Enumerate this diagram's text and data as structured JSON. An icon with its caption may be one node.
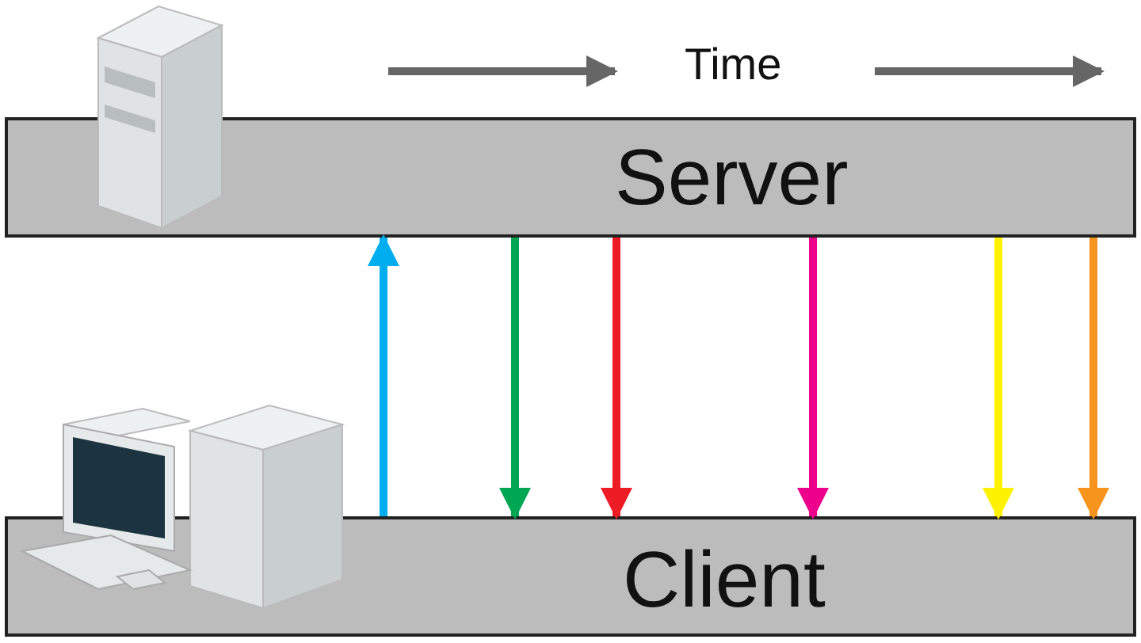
{
  "diagram": {
    "nodes": [
      {
        "text": [
          "Server"
        ]
      },
      {
        "text": [
          "Client"
        ]
      }
    ],
    "edges": [
      {
        "from": 1,
        "to": 0,
        "arrow": "to",
        "color": "#00aeef"
      },
      {
        "from": 0,
        "to": 1,
        "arrow": "to",
        "color": "#00a651"
      },
      {
        "from": 0,
        "to": 1,
        "arrow": "to",
        "color": "#ed1c24"
      },
      {
        "from": 0,
        "to": 1,
        "arrow": "to",
        "color": "#ec008c"
      },
      {
        "from": 0,
        "to": 1,
        "arrow": "to",
        "color": "#fff200"
      },
      {
        "from": 0,
        "to": 1,
        "arrow": "to",
        "color": "#f7941d"
      }
    ],
    "labels": [
      "Time"
    ]
  }
}
